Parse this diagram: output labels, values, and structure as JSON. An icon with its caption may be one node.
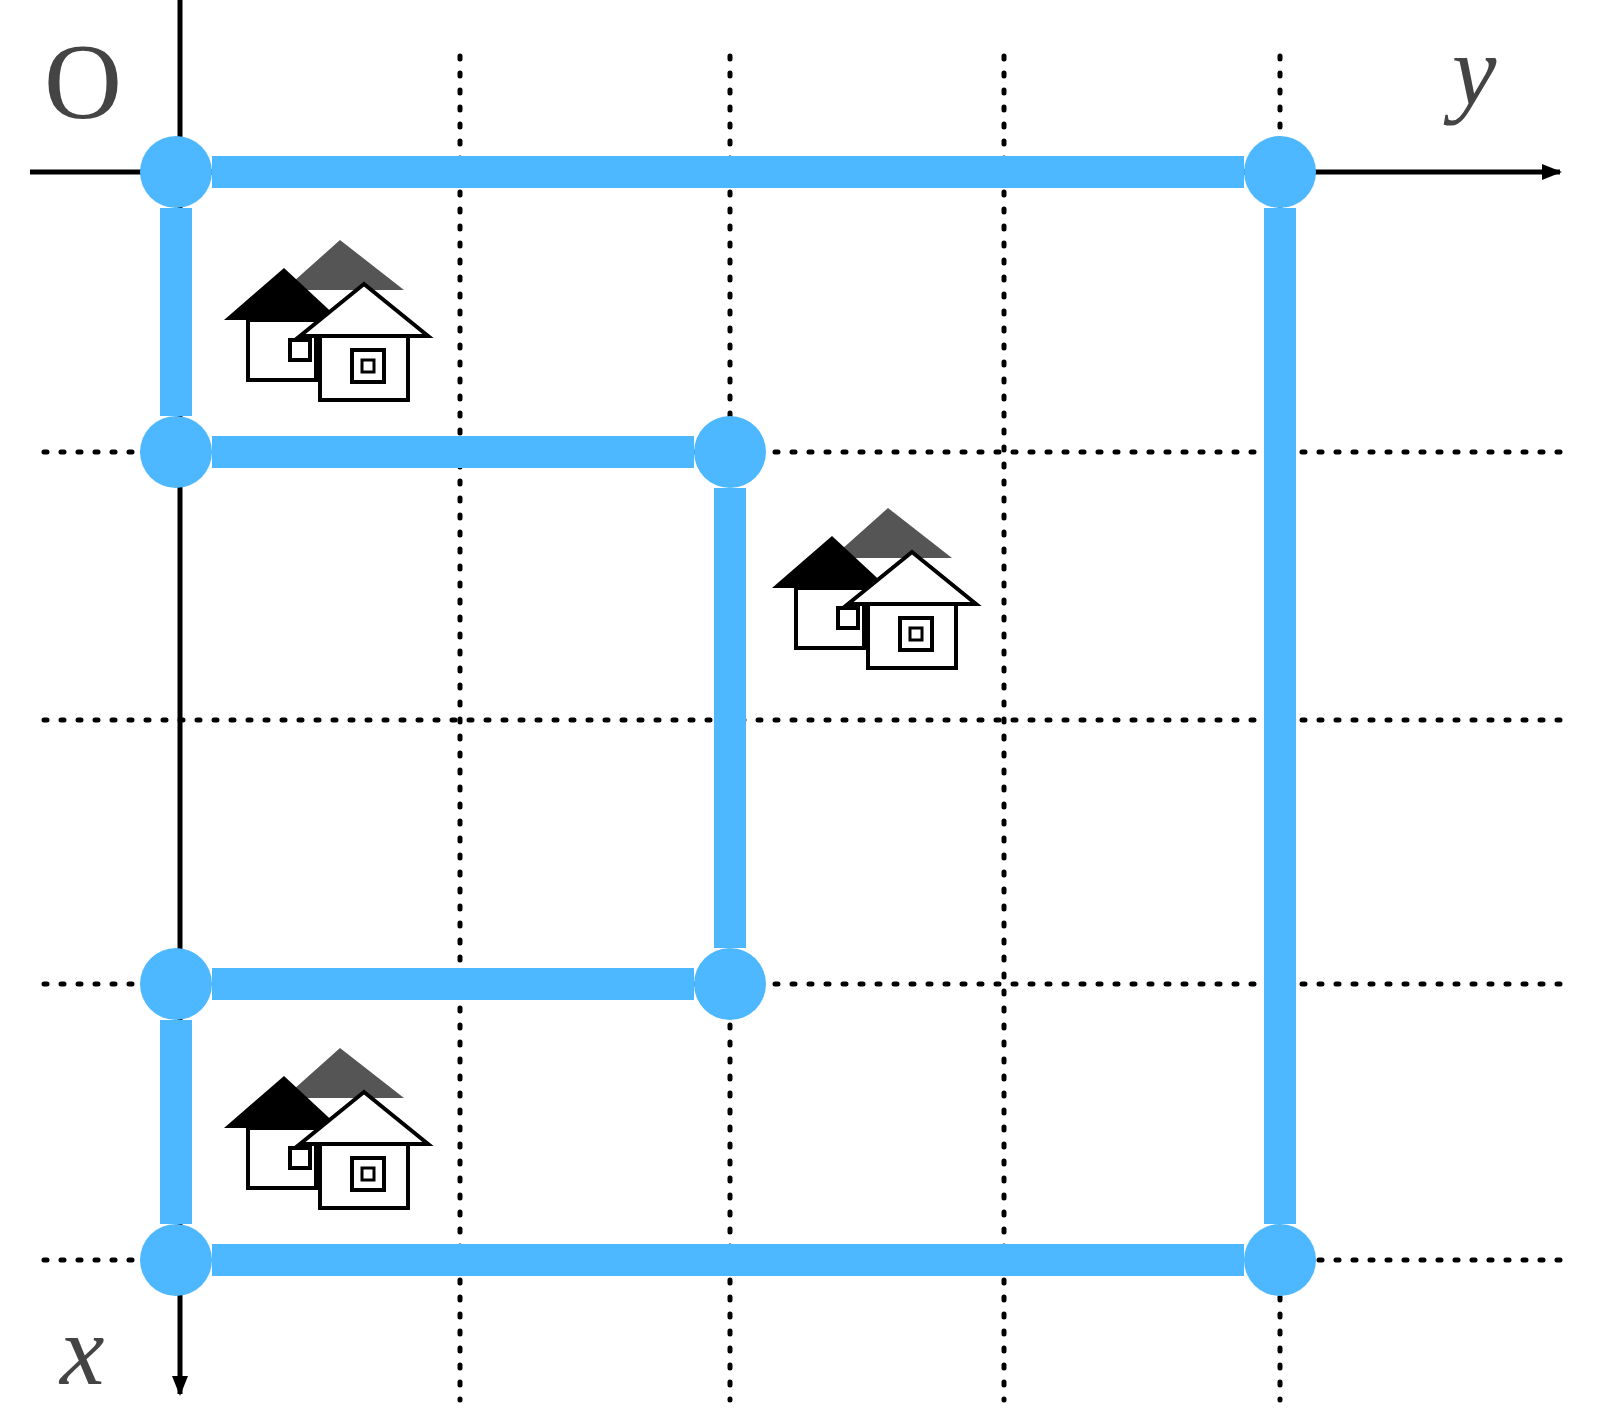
{
  "diagram": {
    "nodes": [
      {
        "text": [],
        "shape": "circle"
      },
      {
        "text": [],
        "shape": "circle"
      },
      {
        "text": [],
        "shape": "circle"
      },
      {
        "text": [],
        "shape": "circle"
      },
      {
        "text": [],
        "shape": "circle"
      },
      {
        "text": [],
        "shape": "circle"
      },
      {
        "text": [],
        "shape": "circle"
      },
      {
        "text": [],
        "shape": "circle"
      }
    ],
    "edges": [
      {
        "from": 0,
        "to": 1,
        "arrow": "none"
      },
      {
        "from": 0,
        "to": 2,
        "arrow": "none"
      },
      {
        "from": 2,
        "to": 3,
        "arrow": "none"
      },
      {
        "from": 3,
        "to": 5,
        "arrow": "none"
      },
      {
        "from": 5,
        "to": 4,
        "arrow": "none"
      },
      {
        "from": 4,
        "to": 6,
        "arrow": "none"
      },
      {
        "from": 6,
        "to": 7,
        "arrow": "none"
      },
      {
        "from": 7,
        "to": 1,
        "arrow": "none"
      }
    ],
    "labels": [
      "O",
      "y",
      "x"
    ]
  }
}
